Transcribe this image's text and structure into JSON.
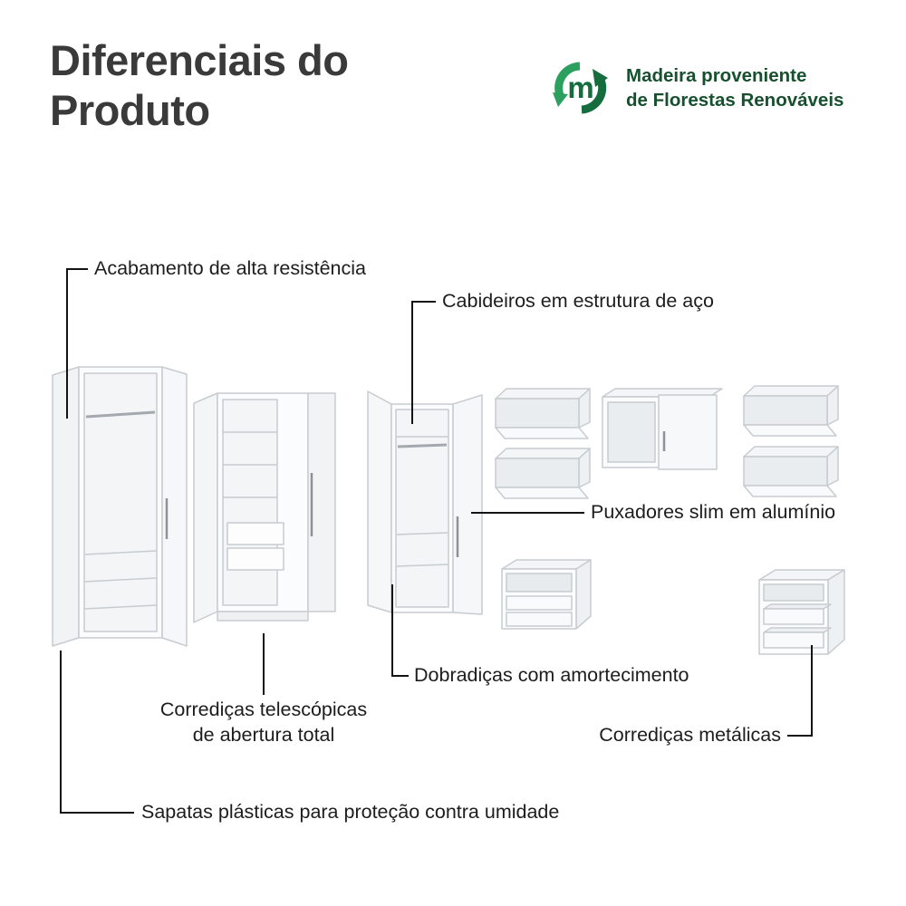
{
  "page": {
    "title_line1": "Diferenciais do",
    "title_line2": "Produto"
  },
  "eco_badge": {
    "logo_letter": "m",
    "text_line1": "Madeira proveniente",
    "text_line2": "de Florestas Renováveis"
  },
  "callouts": {
    "finish": "Acabamento de alta resistência",
    "hanging_rods": "Cabideiros em estrutura de aço",
    "handles": "Puxadores slim em alumínio",
    "hinges": "Dobradiças com amortecimento",
    "telescopic_slides_line1": "Corrediças telescópicas",
    "telescopic_slides_line2": "de abertura total",
    "metal_slides": "Corrediças metálicas",
    "feet": "Sapatas plásticas para proteção contra umidade"
  },
  "colors": {
    "title": "#3a3a3a",
    "eco_green_light": "#2ba05f",
    "eco_green_dark": "#156d3e",
    "eco_text": "#17502e",
    "callout_text": "#1d1d1d",
    "connector_line": "#141414",
    "furniture_stroke": "#c7ccd0",
    "furniture_fill": "#fbfcfd"
  },
  "illustrations": {
    "eco_logo": "recycle-arrows-with-letter-m",
    "items": [
      "wardrobe-2-door-open",
      "wardrobe-shelves-and-drawers-open",
      "wardrobe-open-with-hanging-rod",
      "wall-cabinet-flip-door-open-top-left",
      "wall-cabinet-flip-door-open-bottom-left",
      "wall-cabinet-double-door",
      "wall-cabinet-flip-door-open-top-right",
      "wall-cabinet-flip-door-open-bottom-right",
      "nightstand-two-drawers",
      "chest-two-drawers-open"
    ]
  }
}
